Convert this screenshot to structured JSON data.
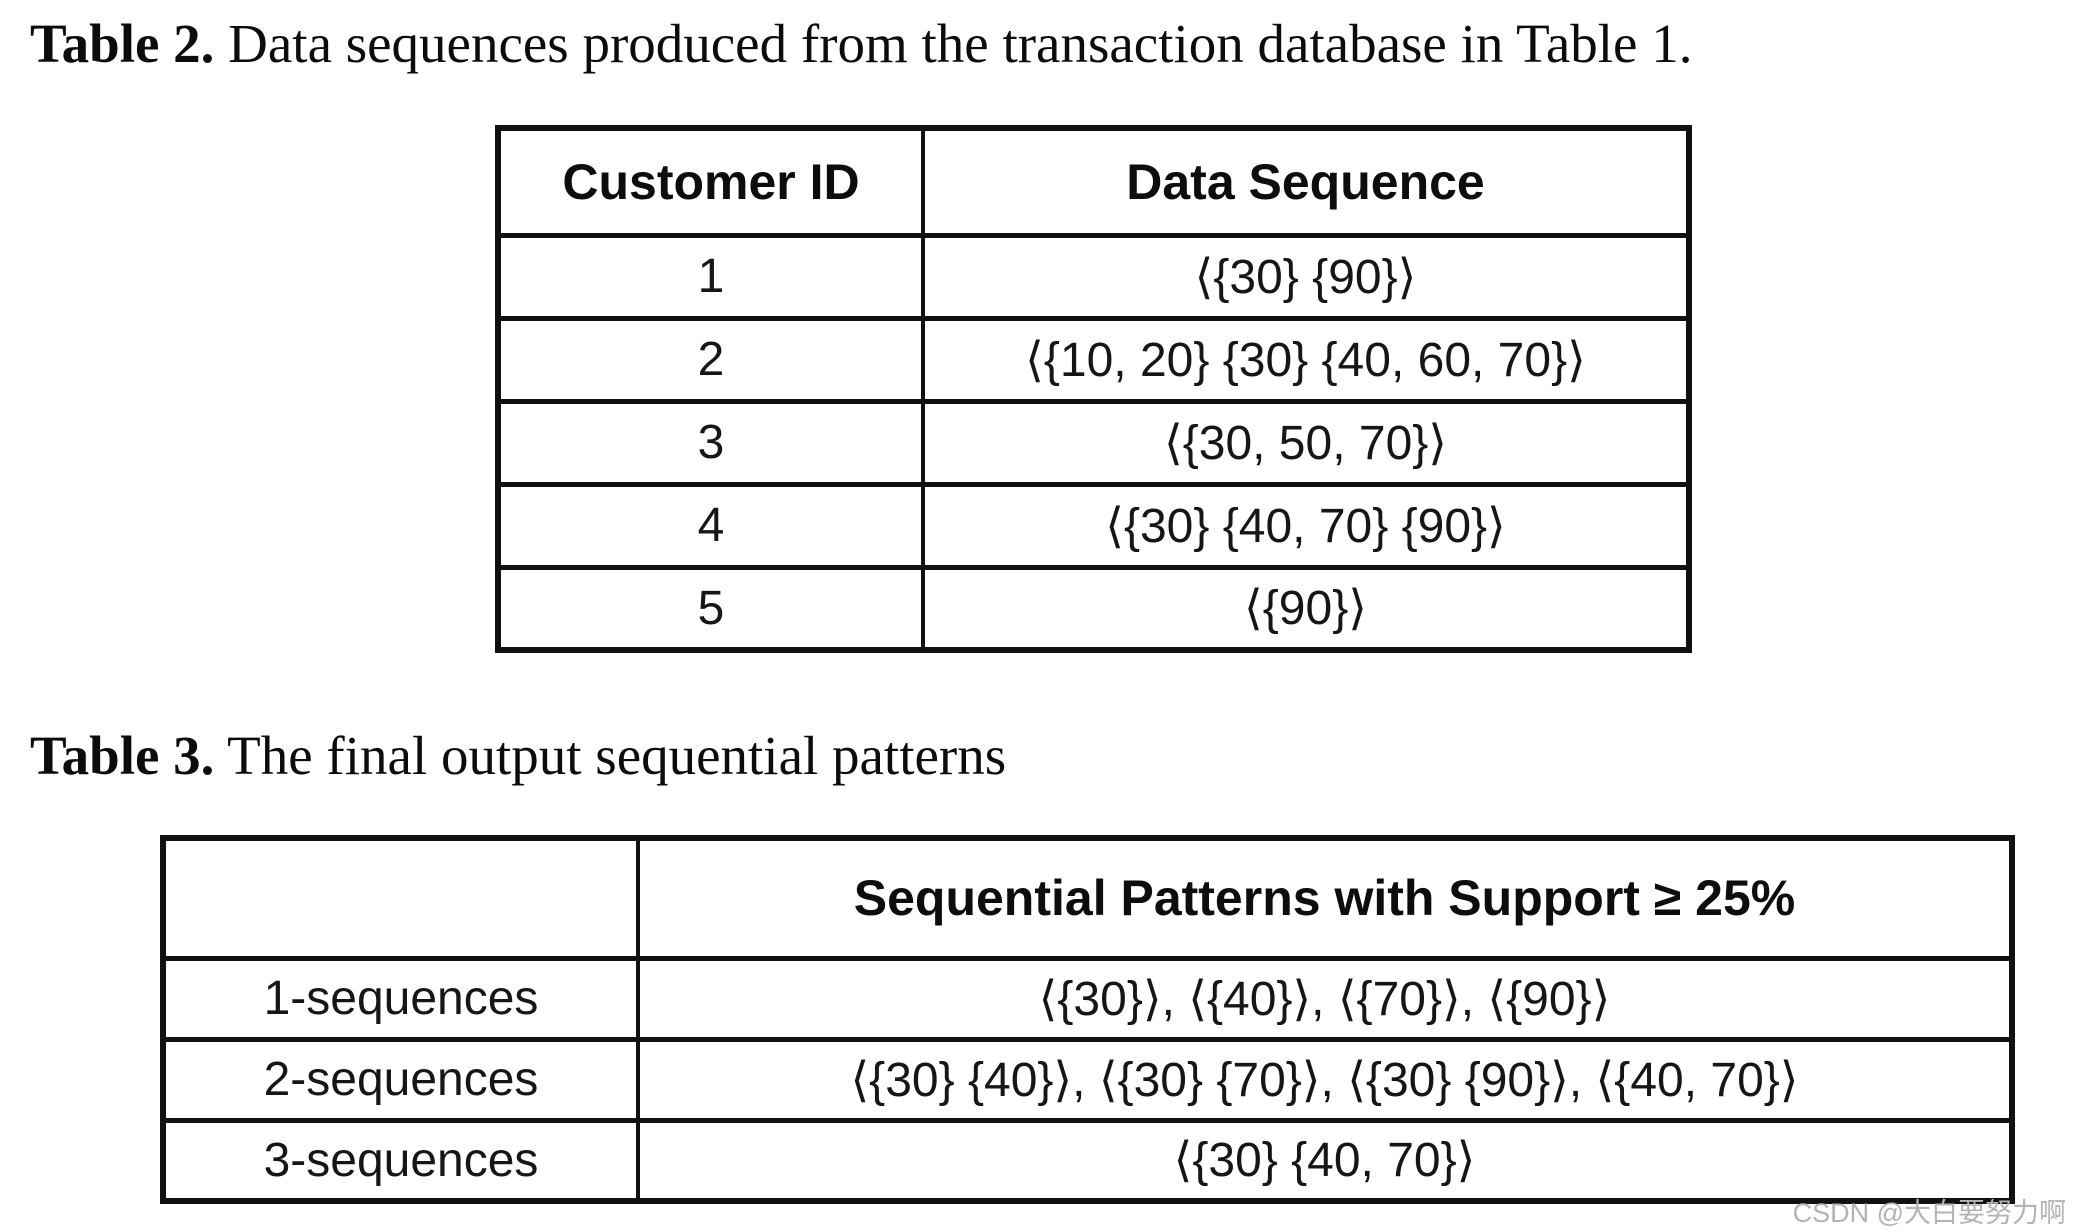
{
  "page": {
    "background_color": "#ffffff",
    "text_color": "#141414",
    "border_color": "#111111"
  },
  "table2": {
    "caption_label": "Table 2.",
    "caption_text": " Data sequences produced from the transaction database in Table 1.",
    "columns": [
      "Customer ID",
      "Data Sequence"
    ],
    "rows": [
      {
        "customer_id": "1",
        "sequence": "⟨{30} {90}⟩"
      },
      {
        "customer_id": "2",
        "sequence": "⟨{10, 20} {30} {40, 60, 70}⟩"
      },
      {
        "customer_id": "3",
        "sequence": "⟨{30, 50, 70}⟩"
      },
      {
        "customer_id": "4",
        "sequence": "⟨{30} {40, 70} {90}⟩"
      },
      {
        "customer_id": "5",
        "sequence": "⟨{90}⟩"
      }
    ]
  },
  "table3": {
    "caption_label": "Table 3.",
    "caption_text": " The final output sequential patterns",
    "columns": [
      "",
      "Sequential Patterns with Support ≥ 25%"
    ],
    "rows": [
      {
        "label": "1-sequences",
        "patterns": "⟨{30}⟩, ⟨{40}⟩, ⟨{70}⟩, ⟨{90}⟩"
      },
      {
        "label": "2-sequences",
        "patterns": "⟨{30} {40}⟩, ⟨{30} {70}⟩, ⟨{30} {90}⟩, ⟨{40, 70}⟩"
      },
      {
        "label": "3-sequences",
        "patterns": "⟨{30} {40, 70}⟩"
      }
    ]
  },
  "watermark": {
    "text": "CSDN @大白要努力啊",
    "color": "#b3b3b3"
  }
}
